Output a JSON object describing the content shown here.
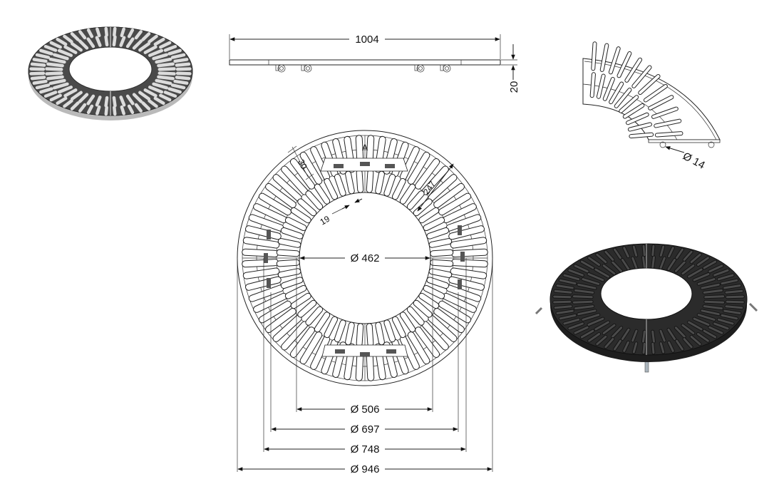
{
  "dimensions": {
    "length": "1004",
    "thickness": "20",
    "pin_diameter": "Ø 14",
    "rib": "30",
    "slot_width": "19",
    "ring_span": "247",
    "inner_d": "Ø 462",
    "d506": "Ø 506",
    "d697": "Ø 697",
    "d748": "Ø 748",
    "outer_d": "Ø 946"
  },
  "labels": {
    "section_mark": "A"
  },
  "colors": {
    "grate_dark": "#4a4a4a",
    "grate_black": "#2b2b2b",
    "line": "#222222"
  }
}
